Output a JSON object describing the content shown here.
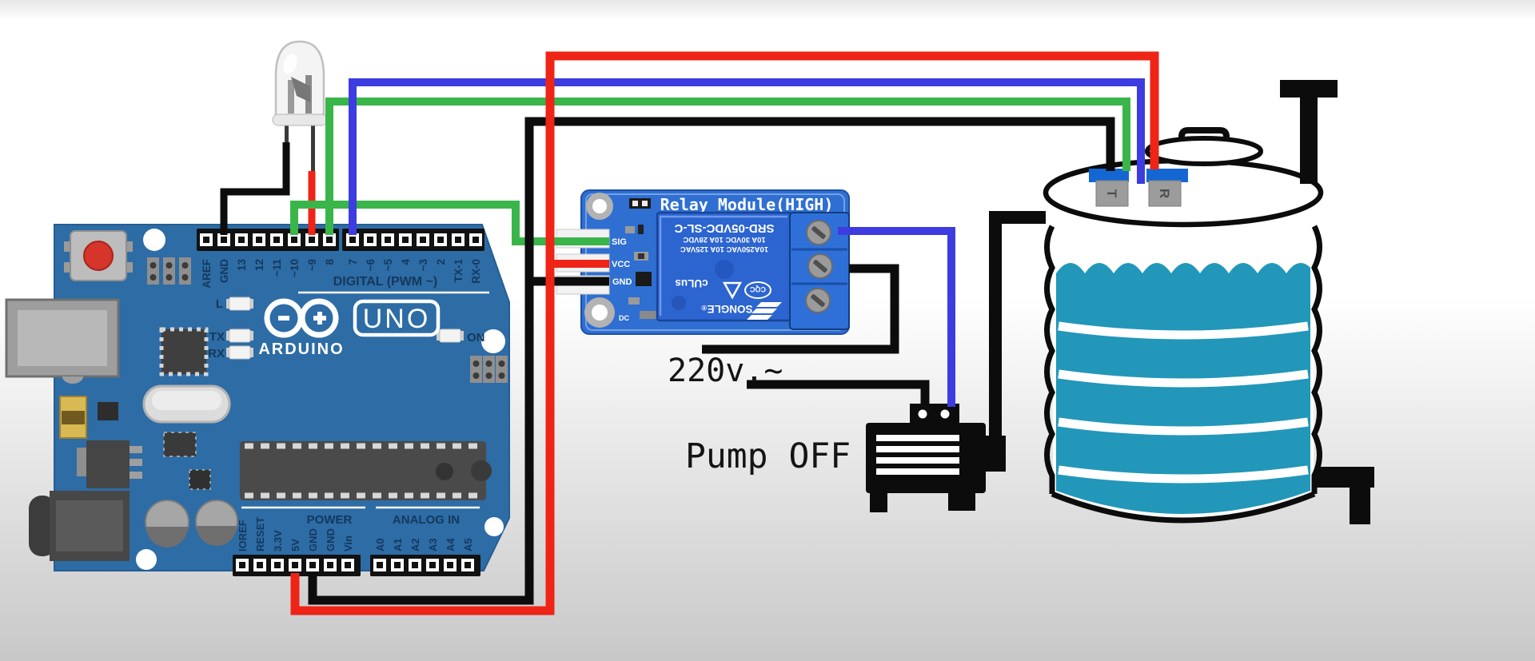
{
  "arduino": {
    "brand": "ARDUINO",
    "model": "UNO",
    "digital_section": "DIGITAL (PWM ~)",
    "power_section": "POWER",
    "analog_section": "ANALOG IN",
    "digital_pins": [
      "AREF",
      "GND",
      "13",
      "12",
      "~11",
      "~10",
      "~9",
      "8",
      "7",
      "~6",
      "~5",
      "4",
      "~3",
      "2",
      "TX-1",
      "RX-0"
    ],
    "power_pins": [
      "IOREF",
      "RESET",
      "3.3V",
      "5V",
      "GND",
      "GND",
      "Vin"
    ],
    "analog_pins": [
      "A0",
      "A1",
      "A2",
      "A3",
      "A4",
      "A5"
    ],
    "leds": {
      "l": "L",
      "tx": "TX",
      "rx": "RX",
      "on": "ON"
    }
  },
  "relay": {
    "title": "Relay Module(HIGH)",
    "pins": [
      "SIG",
      "VCC",
      "GND"
    ],
    "dc_label": "DC",
    "relay_lines": [
      "SRD-05VDC-SL-C",
      "10A 30VDC 10A 28VDC",
      "10A250VAC 10A 125VAC"
    ],
    "brand": "SONGLE",
    "reg_mark": "®",
    "ul_mark": "cULus",
    "cqc_mark": "CQC"
  },
  "annotations": {
    "supply": "220v.~",
    "pump_status": "Pump OFF"
  },
  "tank_sensor": {
    "t": "T",
    "r": "R"
  },
  "colors": {
    "wire-red": "#ee2417",
    "wire-green": "#3ab54a",
    "wire-blue": "#3c3ce0",
    "wire-black": "#0c0c0c",
    "board-blue": "#2d6ca5",
    "relay-blue": "#2f6fd2",
    "relay-cube": "#2c64d0",
    "water-teal": "#2297b9",
    "sensor-blue": "#1467d2",
    "silk-navy": "#15385c"
  }
}
